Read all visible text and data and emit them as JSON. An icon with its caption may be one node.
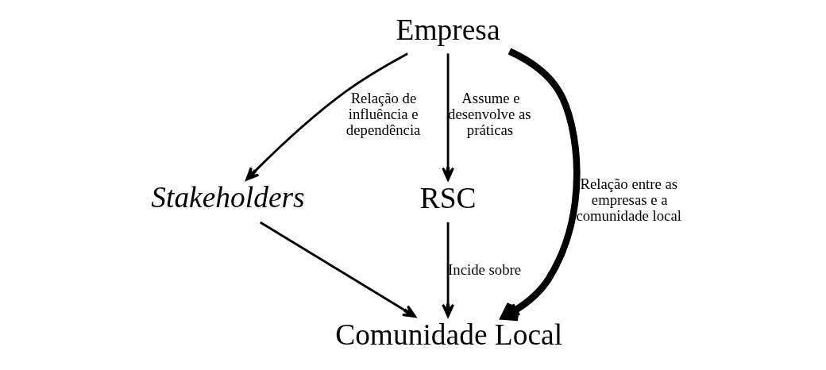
{
  "diagram": {
    "nodes": [
      {
        "text": [
          "Empresa"
        ]
      },
      {
        "text": [
          "Stakeholders"
        ]
      },
      {
        "text": [
          "RSC"
        ]
      },
      {
        "text": [
          "Comunidade Local"
        ]
      }
    ],
    "edges": [
      {
        "from": 0,
        "to": 1,
        "arrow": "to",
        "label": "Relação de influência e dependência"
      },
      {
        "from": 0,
        "to": 2,
        "arrow": "to",
        "label": "Assume e desenvolve as práticas"
      },
      {
        "from": 1,
        "to": 3,
        "arrow": "to"
      },
      {
        "from": 2,
        "to": 3,
        "arrow": "to",
        "label": "Incide sobre"
      },
      {
        "from": 0,
        "to": 3,
        "arrow": "to",
        "style": "thick",
        "label": "Relação entre as empresas e a comunidade local"
      }
    ]
  }
}
